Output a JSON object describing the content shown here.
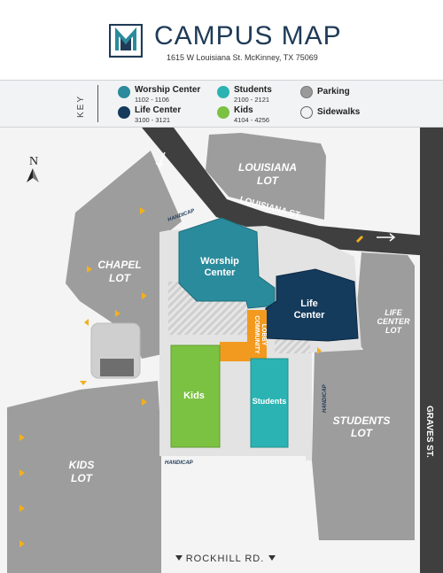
{
  "header": {
    "logo_letter": "M",
    "title": "CAMPUS MAP",
    "address": "1615 W Louisiana St. McKinney, TX 75069"
  },
  "key": {
    "heading": "KEY",
    "items": [
      {
        "label": "Worship Center",
        "range": "1102 - 1106",
        "color": "#2a8b9c"
      },
      {
        "label": "Life Center",
        "range": "3100 - 3121",
        "color": "#143a5c"
      },
      {
        "label": "Students",
        "range": "2100 - 2121",
        "color": "#2bb3b3"
      },
      {
        "label": "Kids",
        "range": "4104 - 4256",
        "color": "#7cc242"
      },
      {
        "label": "Parking",
        "range": "",
        "color": "#9a9a9a"
      },
      {
        "label": "Sidewalks",
        "range": "",
        "color": "#f2f2f2"
      }
    ]
  },
  "map": {
    "compass": "N",
    "labels": {
      "louisiana_lot_1": "LOUISIANA",
      "louisiana_lot_2": "LOT",
      "louisiana_st": "LOUISIANA ST.",
      "chapel_lot_1": "CHAPEL",
      "chapel_lot_2": "LOT",
      "worship_1": "Worship",
      "worship_2": "Center",
      "life_1": "Life",
      "life_2": "Center",
      "life_lot_1": "LIFE",
      "life_lot_2": "CENTER",
      "life_lot_3": "LOT",
      "community_1": "COMMUNITY",
      "community_2": "LOBBY",
      "kids": "Kids",
      "students": "Students",
      "students_lot_1": "STUDENTS",
      "students_lot_2": "LOT",
      "kids_lot_1": "KIDS",
      "kids_lot_2": "LOT",
      "graves_st": "GRAVES ST.",
      "rockhill_rd": "ROCKHILL RD.",
      "handicap": "HANDICAP"
    },
    "colors": {
      "road": "#3f3f3f",
      "parking": "#9d9d9d",
      "sidewalk": "#dcdcdc",
      "arrow": "#f2b01e",
      "lobby": "#f29a1f"
    }
  }
}
